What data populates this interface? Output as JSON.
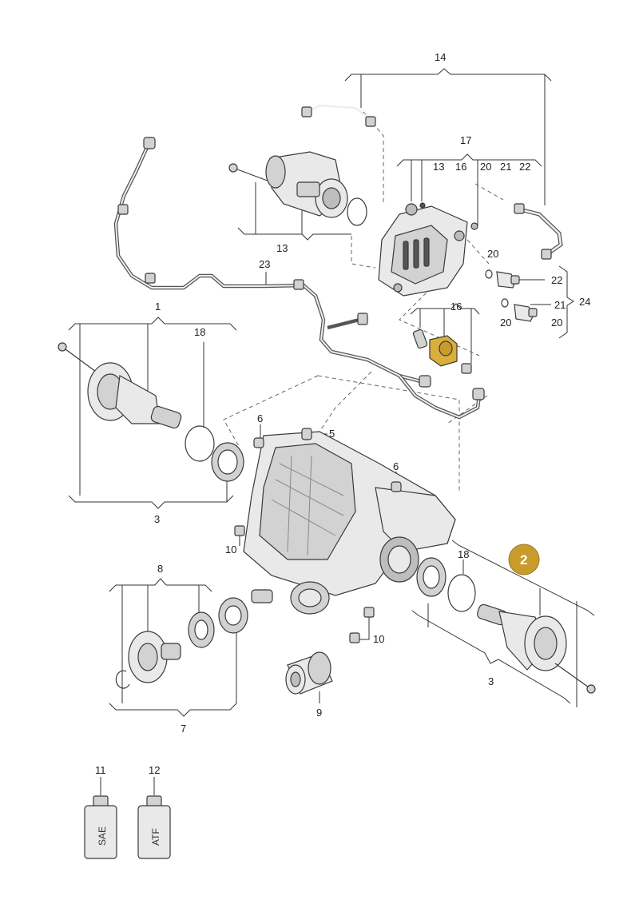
{
  "colors": {
    "highlight": "#d9ae3a",
    "badge": "#c99b2c",
    "line": "#333333"
  },
  "badge": {
    "label": "2"
  },
  "callouts": {
    "c14": "14",
    "c17": "17",
    "c17_13": "13",
    "c17_16": "16",
    "c17_20": "20",
    "c17_21": "21",
    "c17_22": "22",
    "c13": "13",
    "c23": "23",
    "c1": "1",
    "c18_left": "18",
    "c20_top": "20",
    "c22": "22",
    "c21": "21",
    "c24": "24",
    "c20_mid": "20",
    "c20_bottom": "20",
    "c16": "16",
    "c6_left": "6",
    "c5": "5",
    "c6_right": "6",
    "c3_left": "3",
    "c10_left": "10",
    "c8": "8",
    "c18_right": "18",
    "c10_right": "10",
    "c3_right": "3",
    "c9": "9",
    "c7": "7",
    "c11": "11",
    "c12": "12"
  },
  "bottles": {
    "sae": "SAE",
    "atf": "ATF"
  }
}
